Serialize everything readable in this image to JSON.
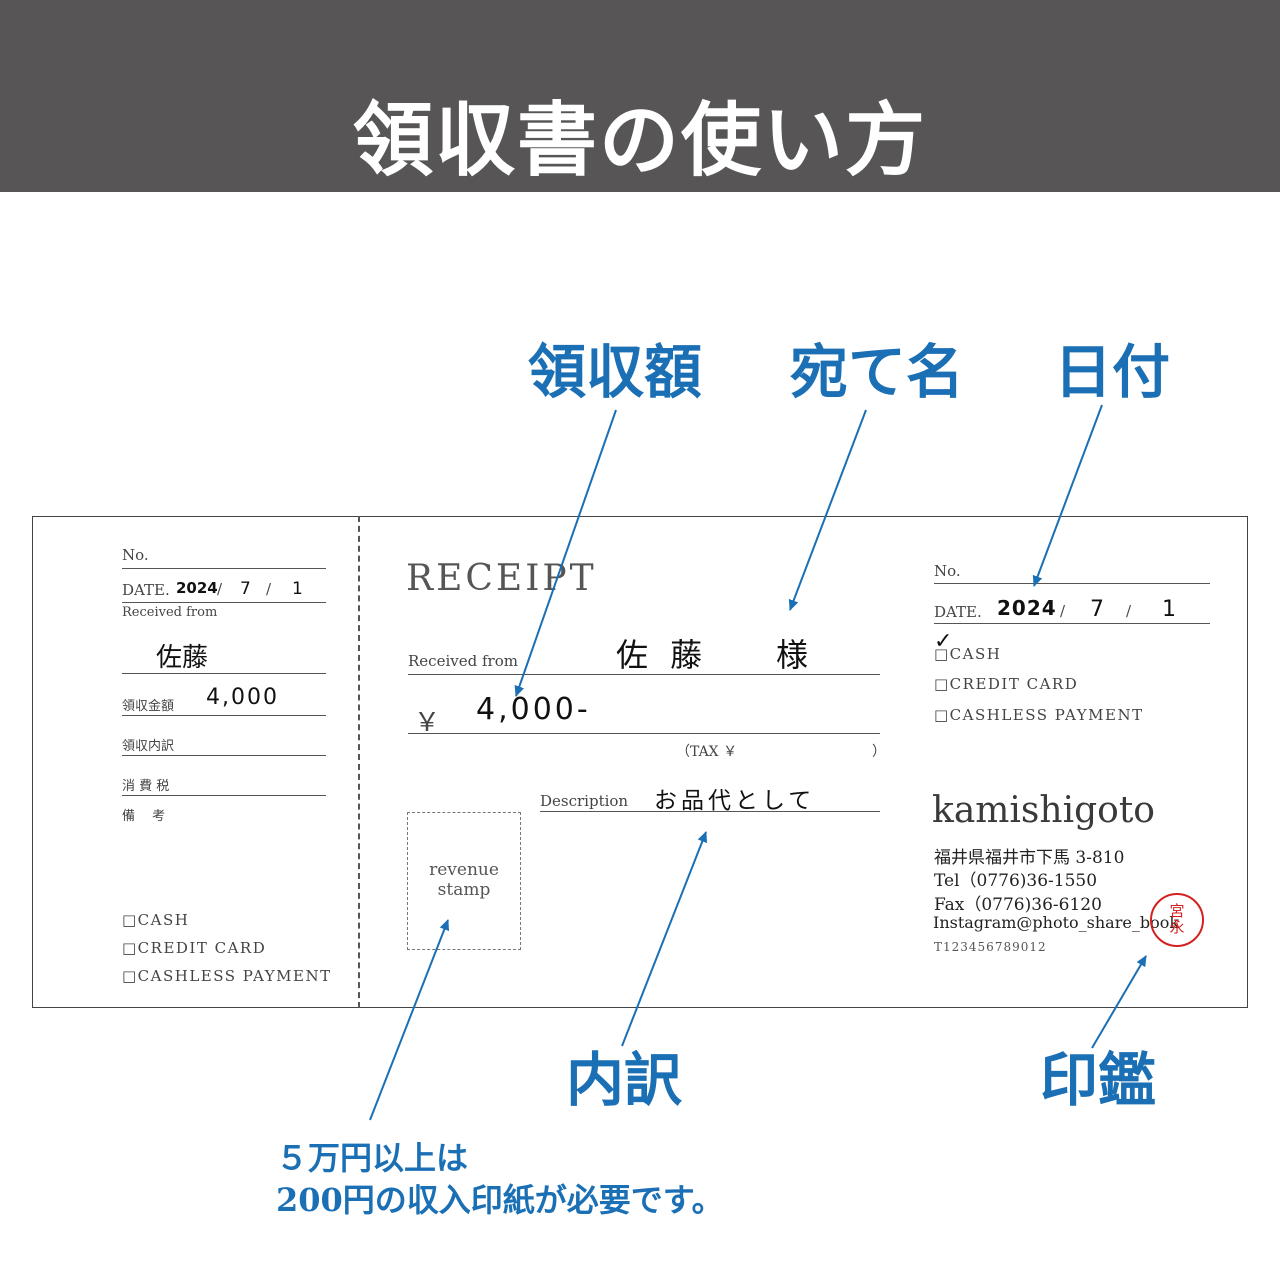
{
  "header": {
    "title": "領収書の使い方"
  },
  "callouts": {
    "amount": "領収額",
    "addressee": "宛て名",
    "date": "日付",
    "breakdown": "内訳",
    "seal": "印鑑",
    "note_line1": "５万円以上は",
    "note_line2": "200円の収入印紙が必要です。"
  },
  "stub": {
    "no_label": "No.",
    "date_label": "DATE.",
    "date_year": "2024",
    "date_sep1": "/",
    "date_month": "7",
    "date_sep2": "/",
    "date_day": "1",
    "received_label": "Received from",
    "received_value": "佐藤",
    "amount_label": "領収金額",
    "amount_value": "4,000",
    "breakdown_label": "領収内訳",
    "tax_label": "消 費 税",
    "remarks_label": "備　 考",
    "payment_options": [
      "□CASH",
      "□CREDIT CARD",
      "□CASHLESS PAYMENT"
    ]
  },
  "receipt": {
    "title": "RECEIPT",
    "received_label": "Received from",
    "received_value": "佐 藤",
    "honorific": "様",
    "yen_symbol": "￥",
    "amount_value": "4,000-",
    "tax_open": "（TAX ￥",
    "tax_close": "）",
    "stamp_line1": "revenue",
    "stamp_line2": "stamp",
    "description_label": "Description",
    "description_value": "お品代として"
  },
  "right": {
    "no_label": "No.",
    "date_label": "DATE.",
    "date_year": "2024",
    "date_sep1": "/",
    "date_month": "7",
    "date_sep2": "/",
    "date_day": "1",
    "check_mark": "✓",
    "payment_options": [
      "□CASH",
      "□CREDIT CARD",
      "□CASHLESS PAYMENT"
    ],
    "company": "kamishigoto",
    "address": "福井県福井市下馬 3-810",
    "tel": "Tel（0776)36-1550",
    "fax": "Fax（0776)36-6120",
    "instagram": "Instagram@photo_share_book",
    "reg_number": "T123456789012",
    "seal_char1": "宮",
    "seal_char2": "永"
  },
  "colors": {
    "header_bg": "#575556",
    "accent_blue": "#1b6fb4",
    "seal_red": "#d42020"
  }
}
